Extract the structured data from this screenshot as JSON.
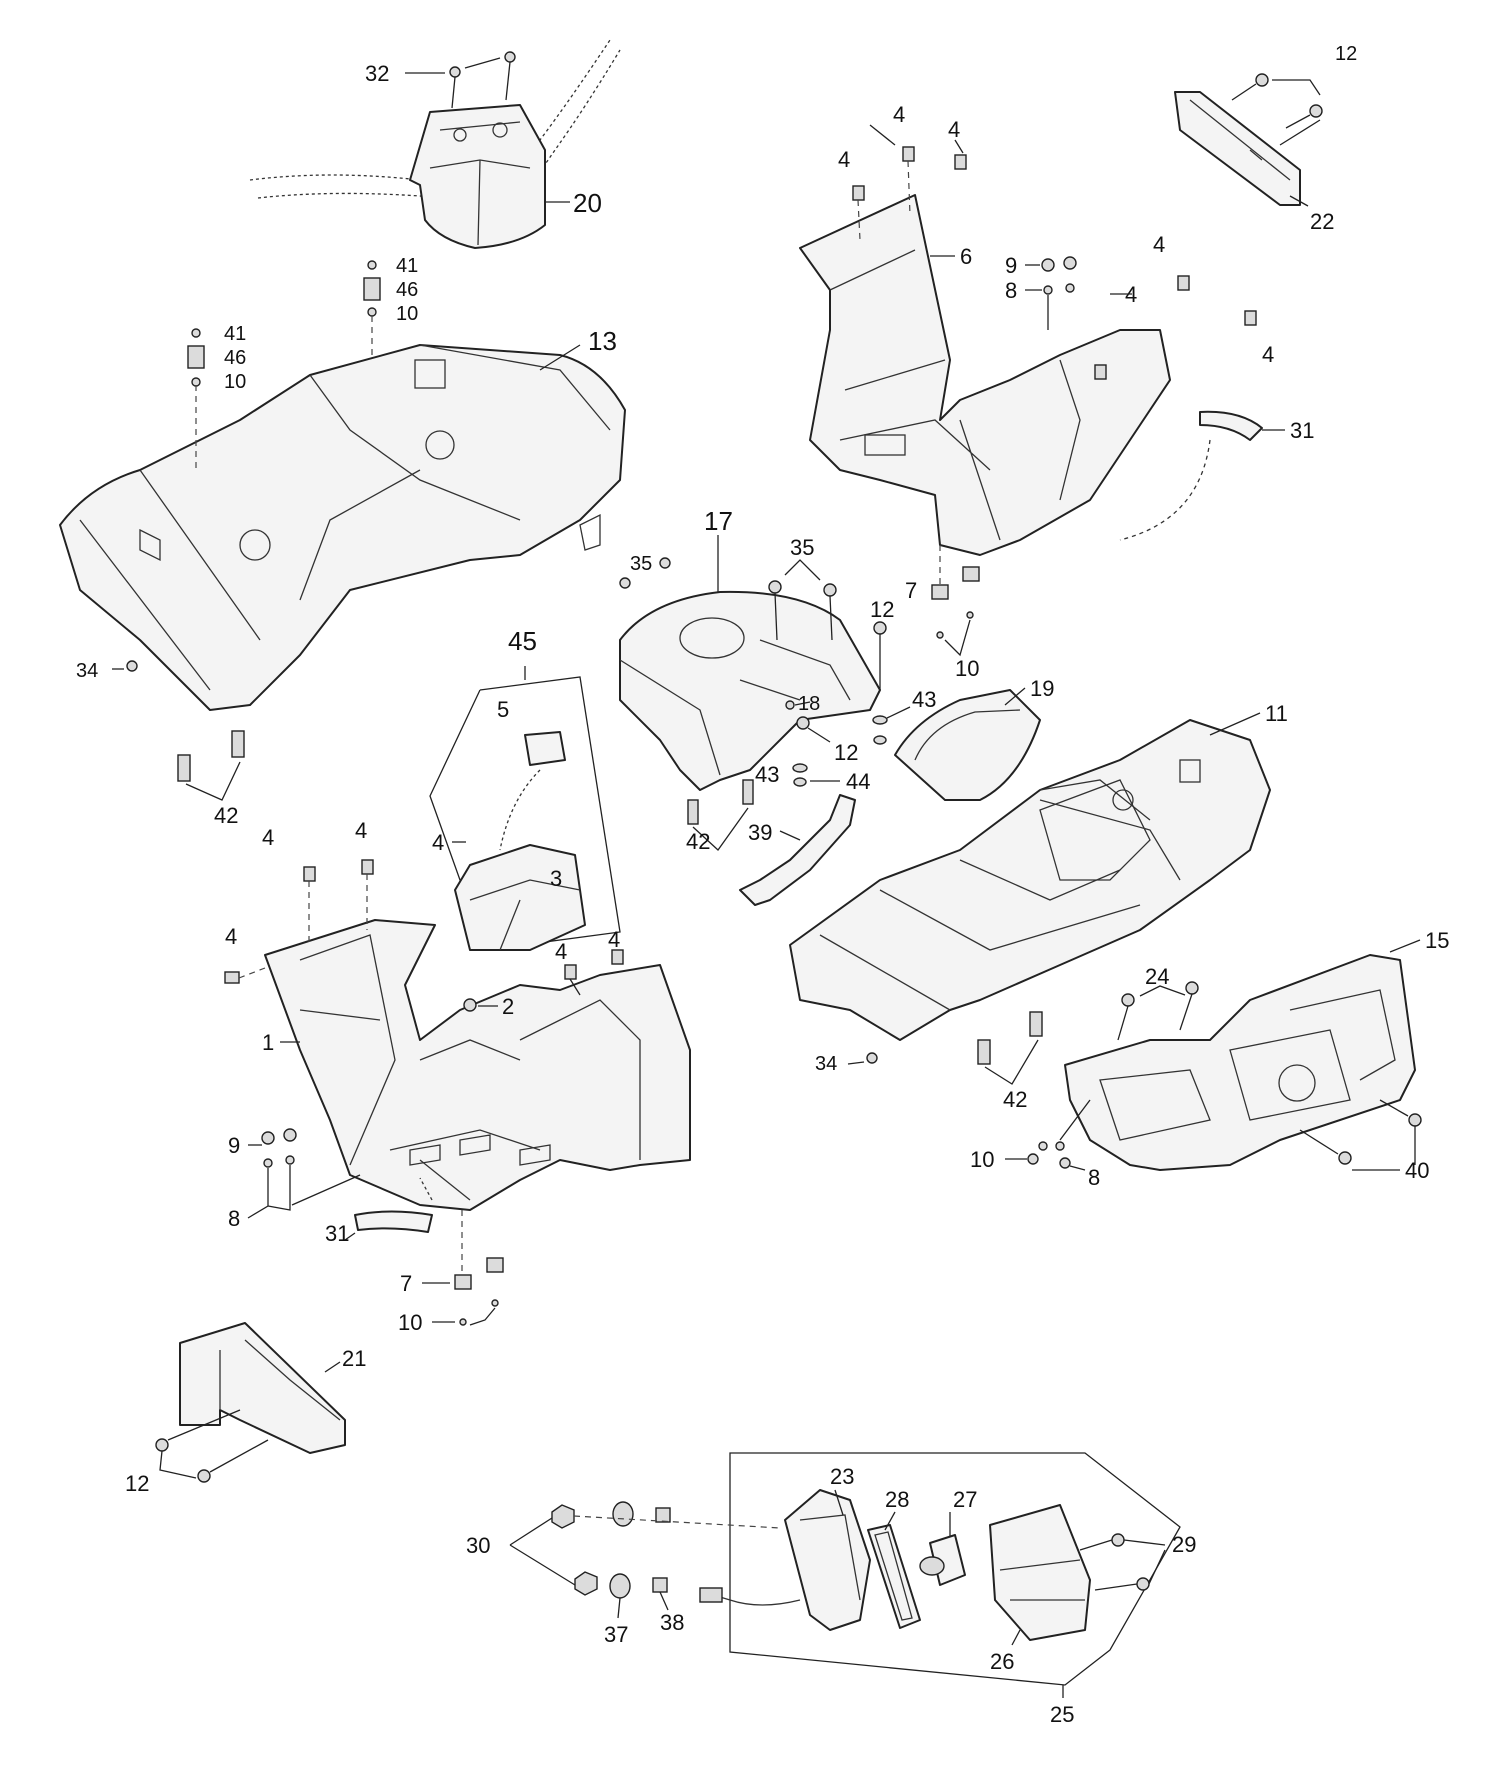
{
  "labels": {
    "l1": "1",
    "l2": "2",
    "l3": "3",
    "l4": "4",
    "l5": "5",
    "l6": "6",
    "l7": "7",
    "l8": "8",
    "l9": "9",
    "l10": "10",
    "l11": "11",
    "l12": "12",
    "l13": "13",
    "l15": "15",
    "l17": "17",
    "l18": "18",
    "l19": "19",
    "l20": "20",
    "l21": "21",
    "l22": "22",
    "l23": "23",
    "l24": "24",
    "l25": "25",
    "l26": "26",
    "l27": "27",
    "l28": "28",
    "l29": "29",
    "l30": "30",
    "l31": "31",
    "l32": "32",
    "l34": "34",
    "l35": "35",
    "l37": "37",
    "l38": "38",
    "l39": "39",
    "l40": "40",
    "l41": "41",
    "l42": "42",
    "l43": "43",
    "l44": "44",
    "l45": "45",
    "l46": "46"
  }
}
